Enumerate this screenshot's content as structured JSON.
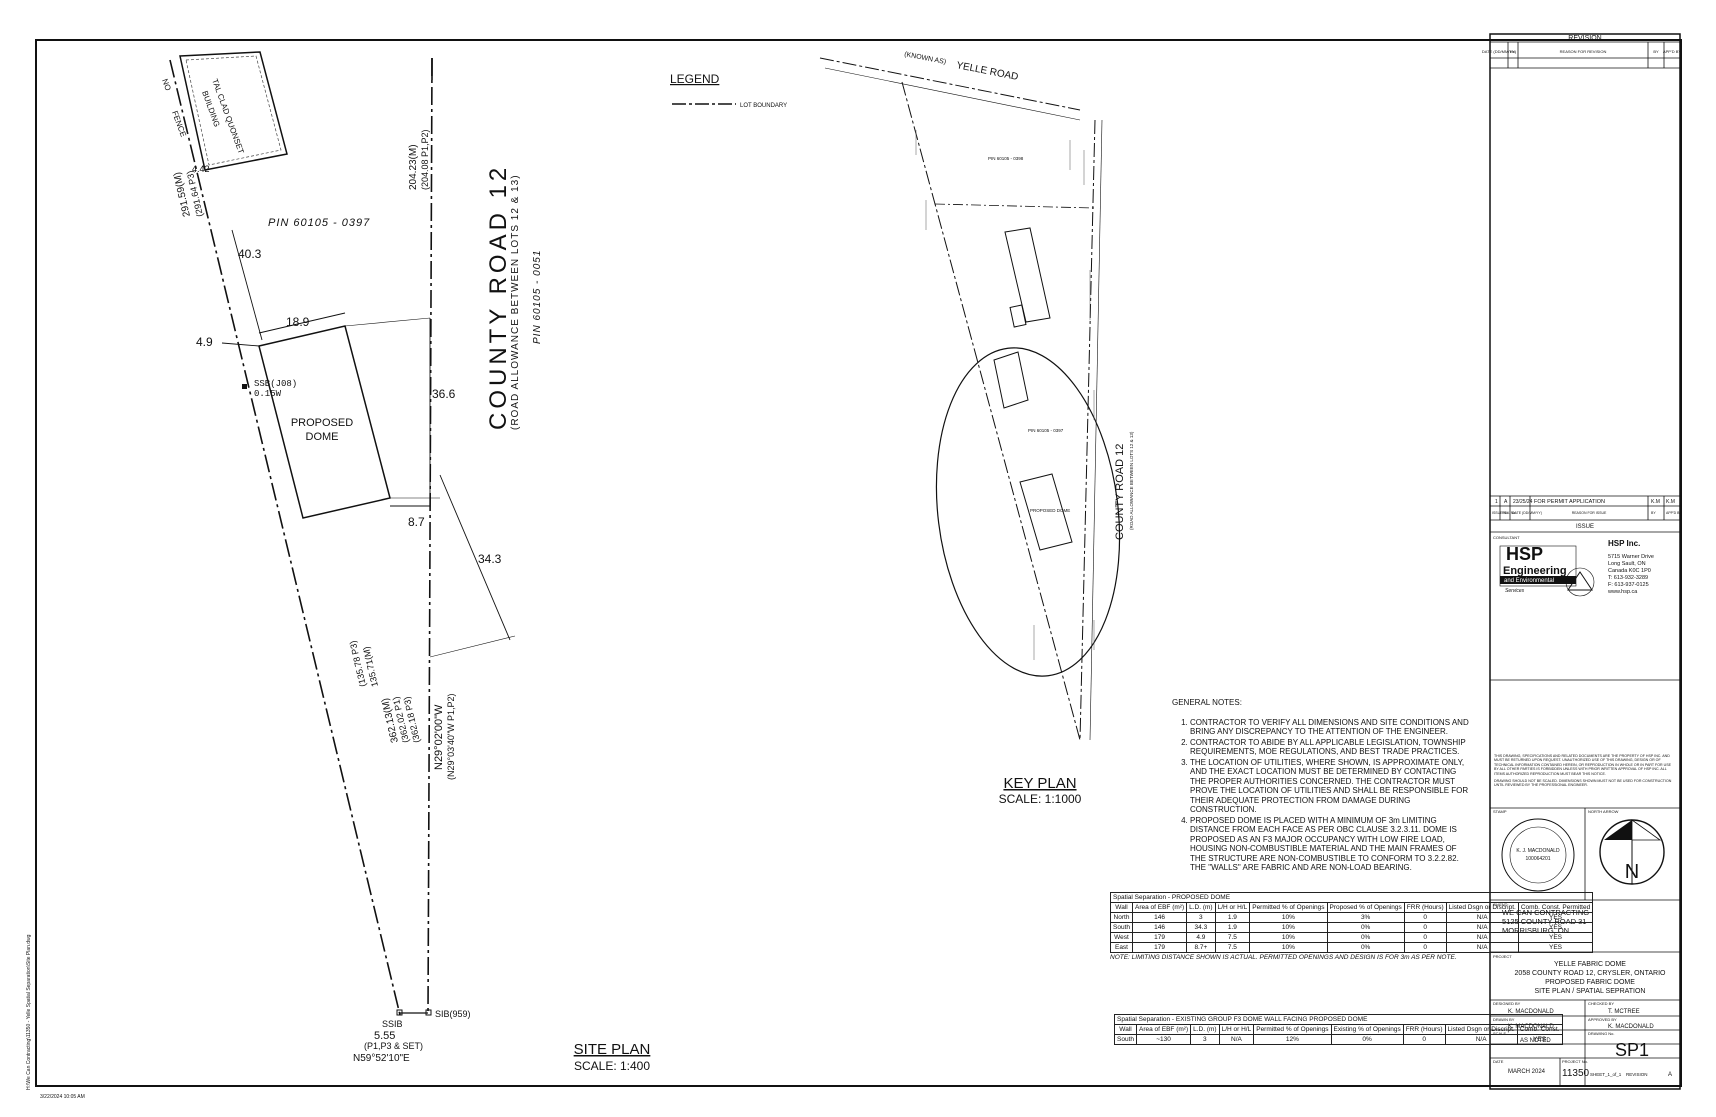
{
  "legend": {
    "title": "LEGEND",
    "lot_boundary": "LOT BOUNDARY"
  },
  "site_plan": {
    "title": "SITE PLAN",
    "scale": "SCALE: 1:400",
    "road_name": "COUNTY  ROAD  12",
    "road_allowance": "(ROAD  ALLOWANCE  BETWEEN  LOTS  12  &  13)",
    "road_pin": "PIN  60105 - 0051",
    "pin": "PIN  60105 - 0397",
    "building_label_1": "TAL  CLAD  QUONSET",
    "building_label_2": "BUILDING",
    "fence_1": "NO",
    "fence_2": "FENCE",
    "dome_label_1": "PROPOSED",
    "dome_label_2": "DOME",
    "dim_40_3": "40.3",
    "dim_18_9": "18.9",
    "dim_4_9": "4.9",
    "dim_36_6": "36.6",
    "dim_8_7": "8.7",
    "dim_34_3": "34.3",
    "dim_4_42": "4.42",
    "ssb_top": "SSB(J08)",
    "ssb_top_offset": "0.15W",
    "west_line_1": "291.59(M)",
    "west_line_2": "(291.64 P3)",
    "east_line_1": "204.23(M)",
    "east_line_2": "(204.08 P1,P2)",
    "lower_west_1": "(135.78 P3)",
    "lower_west_2": "135.71(M)",
    "bearing_1": "N29°02'00\"W",
    "bearing_2": "(N29°03'40\"W P1,P2)",
    "total_1": "362.13(M)",
    "total_2": "(362.02 P1)",
    "total_3": "(362.18 P3)",
    "ssb_bottom": "SSIB",
    "sib_bottom": "SIB(959)",
    "bottom_dim": "5.55",
    "bottom_dim_ref": "(P1,P3 & SET)",
    "bottom_bearing": "N59°52'10\"E"
  },
  "key_plan": {
    "title": "KEY PLAN",
    "scale": "SCALE: 1:1000",
    "yelle_road": "YELLE  ROAD",
    "known_as": "(KNOWN AS)",
    "county_road": "COUNTY  ROAD  12",
    "road_allowance": "(ROAD ALLOWANCE BETWEEN LOTS 12 & 13)",
    "pin_upper": "PIN  60105 - 0398",
    "pin_lower": "PIN  60105 - 0397",
    "dome": "PROPOSED DOME"
  },
  "general_notes": {
    "title": "GENERAL NOTES:",
    "items": [
      "CONTRACTOR TO VERIFY ALL DIMENSIONS AND SITE CONDITIONS AND BRING ANY DISCREPANCY TO THE ATTENTION OF THE ENGINEER.",
      "CONTRACTOR TO ABIDE BY ALL APPLICABLE LEGISLATION, TOWNSHIP REQUIREMENTS, MOE REGULATIONS, AND BEST TRADE PRACTICES.",
      "THE LOCATION OF UTILITIES, WHERE SHOWN, IS APPROXIMATE ONLY, AND THE EXACT LOCATION MUST BE DETERMINED BY CONTACTING THE PROPER AUTHORITIES CONCERNED. THE CONTRACTOR MUST PROVE THE LOCATION OF UTILITIES AND SHALL BE RESPONSIBLE FOR THEIR ADEQUATE PROTECTION FROM DAMAGE DURING CONSTRUCTION.",
      "PROPOSED DOME IS PLACED WITH A MINIMUM OF 3m LIMITING DISTANCE FROM EACH FACE AS PER OBC CLAUSE 3.2.3.11.  DOME IS PROPOSED AS AN F3 MAJOR OCCUPANCY WITH LOW FIRE LOAD, HOUSING NON-COMBUSTIBLE MATERIAL AND THE MAIN FRAMES OF THE STRUCTURE ARE NON-COMBUSTIBLE TO CONFORM TO 3.2.2.82.  THE \"WALLS\" ARE FABRIC AND ARE NON-LOAD BEARING."
    ]
  },
  "table1": {
    "caption": "Spatial Separation - PROPOSED DOME",
    "headers": [
      "Wall",
      "Area of EBF (m²)",
      "L.D. (m)",
      "L/H or H/L",
      "Permitted % of Openings",
      "Proposed % of Openings",
      "FRR (Hours)",
      "Listed Dsgn or Discript.",
      "Comb. Const. Permitted"
    ],
    "rows": [
      [
        "North",
        "146",
        "3",
        "1.9",
        "10%",
        "3%",
        "0",
        "N/A",
        "YES"
      ],
      [
        "South",
        "146",
        "34.3",
        "1.9",
        "10%",
        "0%",
        "0",
        "N/A",
        "YES"
      ],
      [
        "West",
        "179",
        "4.9",
        "7.5",
        "10%",
        "0%",
        "0",
        "N/A",
        "YES"
      ],
      [
        "East",
        "179",
        "8.7+",
        "7.5",
        "10%",
        "0%",
        "0",
        "N/A",
        "YES"
      ]
    ],
    "note": "NOTE:  LIMITING DISTANCE SHOWN IS ACTUAL.  PERMITTED OPENINGS AND DESIGN IS FOR 3m AS PER NOTE."
  },
  "table2": {
    "caption": "Spatial Separation - EXISTING GROUP F3 DOME WALL FACING PROPOSED DOME",
    "headers": [
      "Wall",
      "Area of EBF (m²)",
      "L.D. (m)",
      "L/H or H/L",
      "Permitted % of Openings",
      "Existing % of Openings",
      "FRR (Hours)",
      "Listed Dsgn or Discript.",
      "Comb. Const."
    ],
    "rows": [
      [
        "South",
        "~130",
        "3",
        "N/A",
        "12%",
        "0%",
        "0",
        "N/A",
        "YES"
      ]
    ]
  },
  "title_block": {
    "revision_header": "REVISION",
    "revision_cols": [
      "DATE (DD/MM/YY)",
      "No.",
      "REASON FOR REVISION",
      "BY",
      "APP'D BY"
    ],
    "issue_row": [
      "1",
      "A",
      "23/25/24",
      "FOR PERMIT APPLICATION",
      "K.M",
      "K.M"
    ],
    "issue_cols": [
      "ISSUE No.",
      "REV. No.",
      "DATE (DD/MM/YY)",
      "REASON FOR ISSUE",
      "BY",
      "APP'D BY"
    ],
    "issue_label": "ISSUE",
    "consultant_label": "CONSULTANT",
    "firm_logo_1": "HSP",
    "firm_logo_2": "Engineering",
    "firm_logo_3": "and Environmental",
    "firm_logo_4": "Services",
    "firm_name": "HSP Inc.",
    "firm_address": [
      "5715 Warner Drive",
      "Long Sault, ON",
      "Canada K0C 1P0",
      "T: 613-932-3289",
      "F: 613-937-0125",
      "www.hsp.ca"
    ],
    "disclaimer_1": "THIS DRAWING, SPECIFICATIONS AND RELATED DOCUMENTS ARE THE PROPERTY OF HSP INC. AND MUST BE RETURNED UPON REQUEST. UNAUTHORIZED USE OF THIS DRAWING, DESIGN OR OF TECHNICAL INFORMATION CONTAINED HEREIN, OR REPRODUCTION IN WHOLE OR IN PART FOR USE BY ALL OTHER PARTIES IS FORBIDDEN UNLESS WITH PRIOR WRITTEN APPROVAL OF HSP INC. ALL ITEMS AUTHORIZED REPRODUCTION MUST BEAR THIS NOTICE.",
    "disclaimer_2": "DRAWING SHOULD NOT BE SCALED. DIMENSIONS SHOWN MUST NOT BE USED FOR CONSTRUCTION UNTIL REVIEWED BY THE PROFESSIONAL ENGINEER.",
    "stamp_label": "STAMP",
    "north_label": "NORTH ARROW",
    "north": "N",
    "stamp_text_1": "K. J. MACDONALD",
    "stamp_text_2": "100064201",
    "client_label": "CLIENT",
    "client": [
      "WE CAN CONTRACTING",
      "5125 COUNTY ROAD 31",
      "MORRISBURG, ON"
    ],
    "project_label": "PROJECT",
    "project": [
      "YELLE FABRIC DOME",
      "2058 COUNTY ROAD 12, CRYSLER, ONTARIO",
      "PROPOSED FABRIC DOME",
      "SITE PLAN / SPATIAL SEPRATION"
    ],
    "designed_by_label": "DESIGNED BY",
    "designed_by": "K. MACDONALD",
    "checked_by_label": "CHECKED BY",
    "checked_by": "T. MCTREE",
    "drawn_by_label": "DRAWN BY",
    "drawn_by": "K. MACDONALD",
    "approved_by_label": "APPROVED BY",
    "approved_by": "K. MACDONALD",
    "scale_label": "SCALE",
    "scale": "AS NOTED",
    "drawing_no_label": "DRAWING No.",
    "drawing_no": "SP1",
    "date_label": "DATE",
    "date": "MARCH 2024",
    "project_no_label": "PROJECT No.",
    "project_no": "11350",
    "sheet": "SHEET_1_of_1",
    "revision_label": "REVISION",
    "revision": "A"
  },
  "margin": {
    "file_path": "H:\\We Can Contracting\\11350 - Yelle Spatial Separation\\Site Plan.dwg",
    "plot_date": "3/22/2024 10:05 AM"
  }
}
